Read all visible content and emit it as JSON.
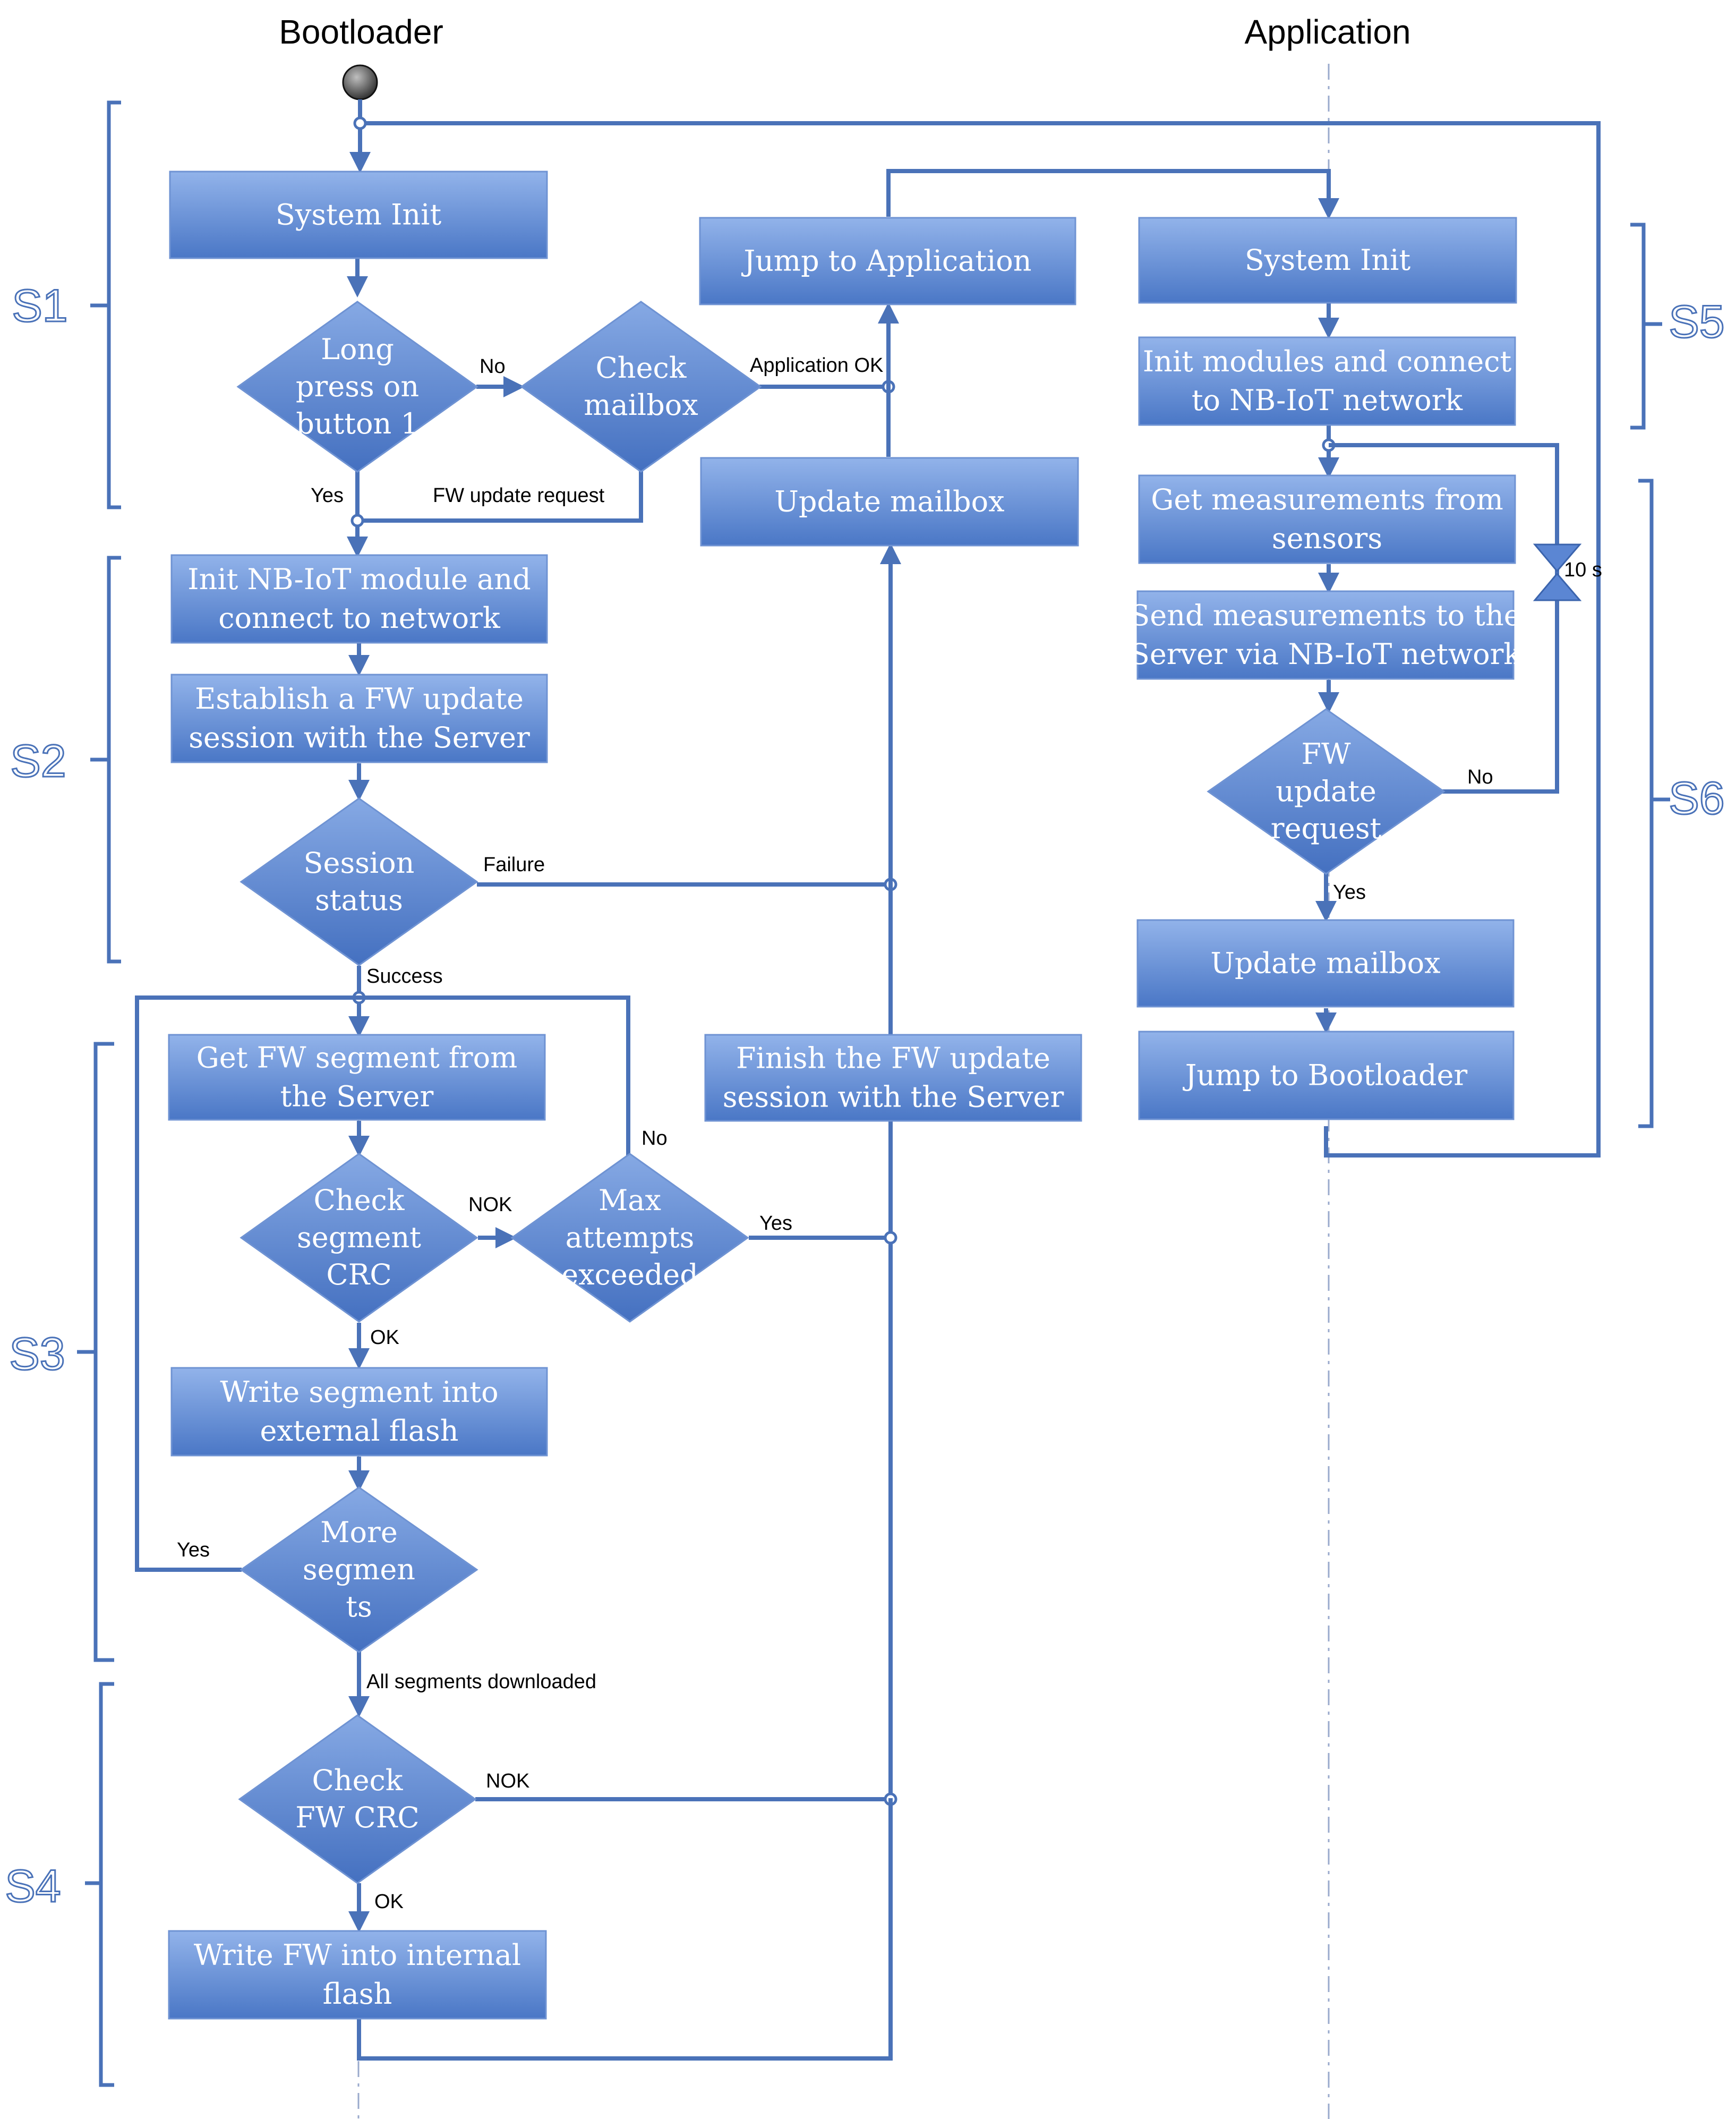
{
  "lanes": {
    "bootloader": "Bootloader",
    "application": "Application"
  },
  "stages": [
    "S1",
    "S2",
    "S3",
    "S4",
    "S5",
    "S6"
  ],
  "boxes": {
    "bl_system_init": [
      "System Init"
    ],
    "init_nbiot": [
      "Init NB-IoT module and",
      "connect to network"
    ],
    "establish_session": [
      "Establish a FW update",
      "session with the Server"
    ],
    "get_segment": [
      "Get FW segment from",
      "the Server"
    ],
    "write_ext_flash": [
      "Write segment into",
      "external flash"
    ],
    "write_int_flash": [
      "Write FW into internal",
      "flash"
    ],
    "jump_to_app": [
      "Jump to Application"
    ],
    "bl_update_mailbox": [
      "Update mailbox"
    ],
    "finish_session": [
      "Finish the FW update",
      "session with the Server"
    ],
    "app_system_init": [
      "System Init"
    ],
    "init_modules": [
      "Init  modules and connect",
      "to NB-IoT network"
    ],
    "get_measurements": [
      "Get measurements  from",
      "sensors"
    ],
    "send_measurements": [
      "Send measurements to the",
      "Server via NB-IoT network"
    ],
    "app_update_mailbox": [
      "Update mailbox"
    ],
    "jump_to_bootloader": [
      "Jump to Bootloader"
    ]
  },
  "decisions": {
    "long_press": [
      "Long",
      "press on",
      "button 1"
    ],
    "check_mailbox": [
      "Check",
      "mailbox"
    ],
    "session_status": [
      "Session",
      "status"
    ],
    "check_crc": [
      "Check",
      "segment",
      "CRC"
    ],
    "max_attempts": [
      "Max",
      "attempts",
      "exceeded"
    ],
    "more_segments": [
      "More",
      "segmen",
      "ts"
    ],
    "check_fw_crc": [
      "Check",
      "FW CRC"
    ],
    "fw_update_request": [
      "FW",
      "update",
      "request"
    ]
  },
  "edge_labels": {
    "no_1": "No",
    "yes_1": "Yes",
    "fw_update_request": "FW update request",
    "application_ok": "Application OK",
    "failure": "Failure",
    "success": "Success",
    "nok_1": "NOK",
    "no_2": "No",
    "yes_2": "Yes",
    "ok_1": "OK",
    "yes_3": "Yes",
    "all_segments": "All segments downloaded",
    "nok_2": "NOK",
    "ok_2": "OK",
    "no_3": "No",
    "yes_4": "Yes",
    "timer": "10 s"
  },
  "colors": {
    "accent": "#4a72b8",
    "box_top": "#8fb1e8",
    "box_bottom": "#4472c4"
  }
}
